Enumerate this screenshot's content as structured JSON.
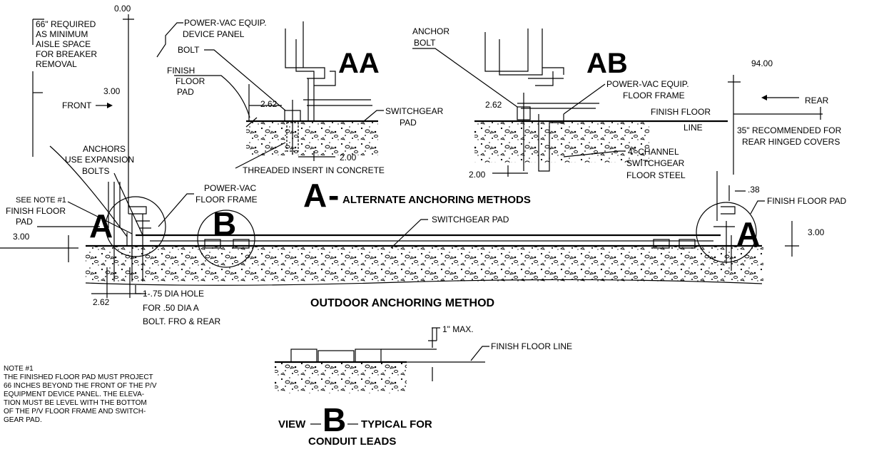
{
  "drawing": {
    "aisle_note": [
      "66\" REQUIRED",
      "AS MINIMUM",
      "AISLE SPACE",
      "FOR BREAKER",
      "REMOVAL"
    ],
    "dim_zero": "0.00",
    "front": "FRONT",
    "dim_front": "3.00",
    "anchors": [
      "ANCHORS",
      "USE EXPANSION",
      "BOLTS"
    ],
    "see_note": "SEE NOTE #1",
    "finish_floor_pad_left": [
      "FINISH FLOOR",
      "PAD"
    ],
    "dim_left_pad": "3.00",
    "callout_a": "A",
    "callout_b": "B",
    "pv_floor_frame": [
      "POWER-VAC",
      "FLOOR FRAME"
    ],
    "switchgear_pad": "SWITCHGEAR PAD",
    "dim_262_bottom": "2.62",
    "hole_note": [
      "1-.75 DIA HOLE",
      "FOR .50 DIA A",
      "BOLT. FRO  & REAR"
    ],
    "outdoor_title": "OUTDOOR ANCHORING METHOD",
    "aa": {
      "tag": "AA",
      "pv_device_panel": [
        "POWER-VAC EQUIP.",
        "DEVICE PANEL"
      ],
      "bolt": "BOLT",
      "finish_floor_pad": [
        "FINISH",
        "FLOOR",
        "PAD"
      ],
      "dim_262": "2.62",
      "switchgear_pad": [
        "SWITCHGEAR",
        "PAD"
      ],
      "dim_200": "2.00",
      "threaded_insert": "THREADED INSERT IN CONCRETE"
    },
    "ab": {
      "tag": "AB",
      "anchor_bolt": [
        "ANCHOR",
        "BOLT"
      ],
      "dim_262": "2.62",
      "pv_floor_frame": [
        "POWER-VAC EQUIP.",
        "FLOOR FRAME"
      ],
      "finish_floor_line": [
        "FINISH FLOOR",
        "LINE"
      ],
      "channel": [
        "4\" CHANNEL",
        "SWITCHGEAR",
        "FLOOR STEEL"
      ],
      "dim_200": "2.00"
    },
    "rear": {
      "dim_94": "94.00",
      "rear": "REAR",
      "recommend": [
        "35\" RECOMMENDED FOR",
        "REAR HINGED COVERS"
      ],
      "dim_38": ".38",
      "finish_floor_pad": "FINISH FLOOR PAD",
      "dim_300": "3.00"
    },
    "alt_title": {
      "letter": "A",
      "dash": "-",
      "text": "ALTERNATE ANCHORING METHODS"
    },
    "note": {
      "head": "NOTE #1",
      "lines": [
        "THE FINISHED FLOOR PAD MUST PROJECT",
        "66 INCHES BEYOND THE FRONT OF THE P/V",
        "EQUIPMENT DEVICE PANEL. THE ELEVA-",
        "TION MUST BE LEVEL WITH THE BOTTOM",
        "OF THE P/V FLOOR FRAME AND SWITCH-",
        "GEAR PAD."
      ]
    },
    "view_b": {
      "max": "1\" MAX.",
      "finish_floor_line": "FINISH FLOOR LINE",
      "view": "VIEW",
      "letter": "B",
      "typical": "TYPICAL FOR",
      "conduit": "CONDUIT LEADS"
    }
  }
}
